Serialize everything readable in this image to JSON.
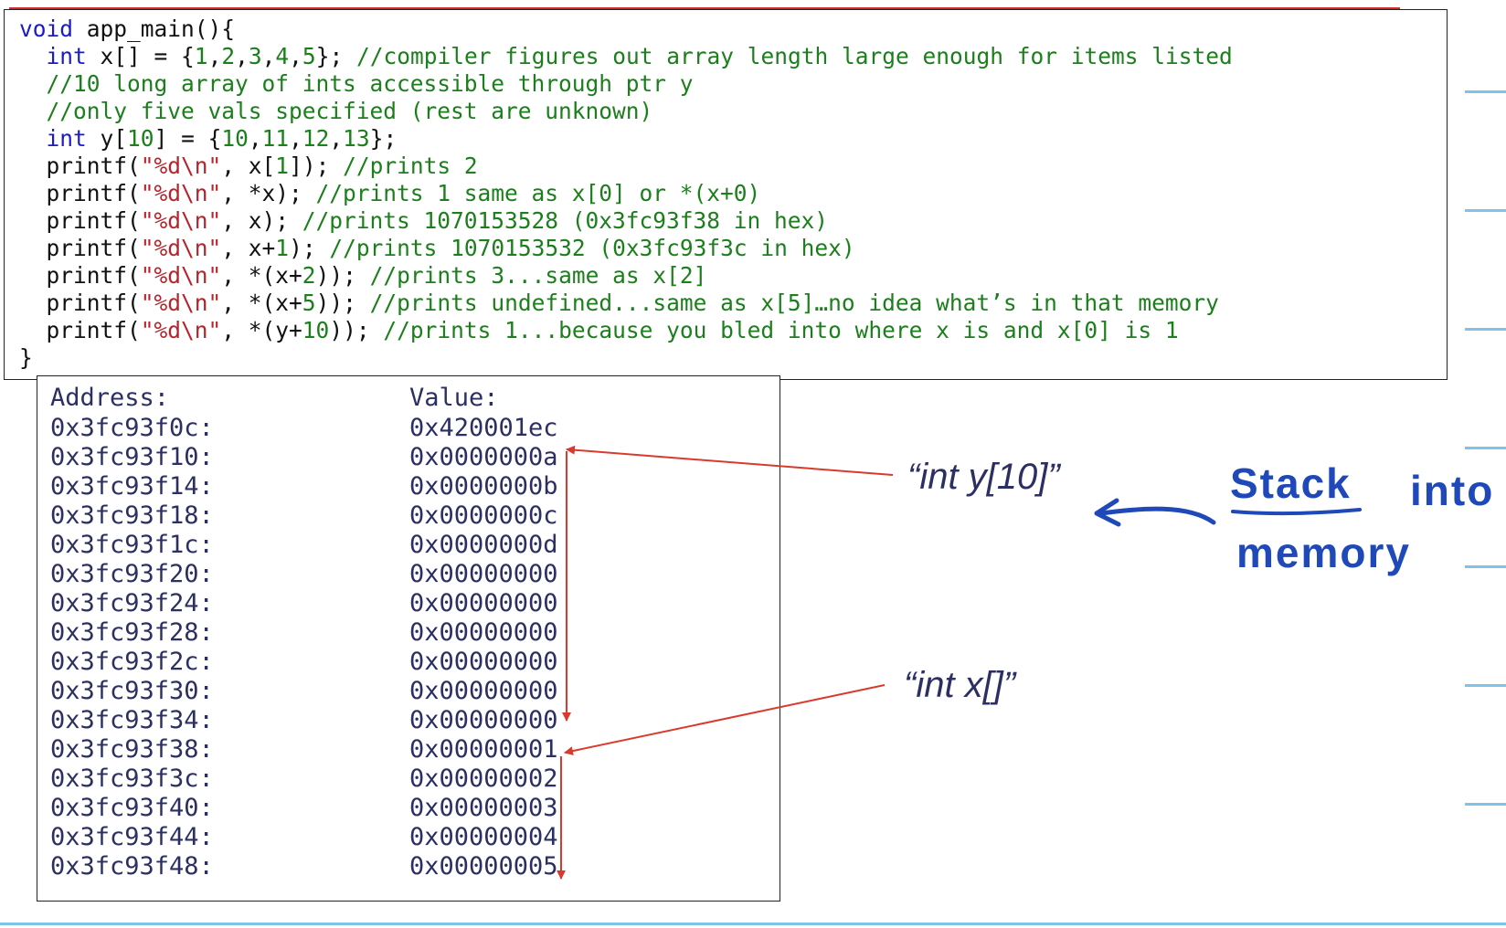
{
  "code": {
    "lines": [
      [
        {
          "t": "void",
          "c": "kw"
        },
        {
          "t": " app_main(){",
          "c": ""
        }
      ],
      [
        {
          "t": "  ",
          "c": ""
        },
        {
          "t": "int",
          "c": "kw"
        },
        {
          "t": " x[] = {",
          "c": ""
        },
        {
          "t": "1",
          "c": "num"
        },
        {
          "t": ",",
          "c": ""
        },
        {
          "t": "2",
          "c": "num"
        },
        {
          "t": ",",
          "c": ""
        },
        {
          "t": "3",
          "c": "num"
        },
        {
          "t": ",",
          "c": ""
        },
        {
          "t": "4",
          "c": "num"
        },
        {
          "t": ",",
          "c": ""
        },
        {
          "t": "5",
          "c": "num"
        },
        {
          "t": "}; ",
          "c": ""
        },
        {
          "t": "//compiler figures out array length large enough for items listed",
          "c": "cm"
        }
      ],
      [
        {
          "t": "  ",
          "c": ""
        },
        {
          "t": "//10 long array of ints accessible through ptr y",
          "c": "cm"
        }
      ],
      [
        {
          "t": "  ",
          "c": ""
        },
        {
          "t": "//only five vals specified (rest are unknown)",
          "c": "cm"
        }
      ],
      [
        {
          "t": "  ",
          "c": ""
        },
        {
          "t": "int",
          "c": "kw"
        },
        {
          "t": " y[",
          "c": ""
        },
        {
          "t": "10",
          "c": "num"
        },
        {
          "t": "] = {",
          "c": ""
        },
        {
          "t": "10",
          "c": "num"
        },
        {
          "t": ",",
          "c": ""
        },
        {
          "t": "11",
          "c": "num"
        },
        {
          "t": ",",
          "c": ""
        },
        {
          "t": "12",
          "c": "num"
        },
        {
          "t": ",",
          "c": ""
        },
        {
          "t": "13",
          "c": "num"
        },
        {
          "t": "};",
          "c": ""
        }
      ],
      [
        {
          "t": "  printf(",
          "c": ""
        },
        {
          "t": "\"%d\\n\"",
          "c": "str"
        },
        {
          "t": ", x[",
          "c": ""
        },
        {
          "t": "1",
          "c": "num"
        },
        {
          "t": "]); ",
          "c": ""
        },
        {
          "t": "//prints 2",
          "c": "cm"
        }
      ],
      [
        {
          "t": "  printf(",
          "c": ""
        },
        {
          "t": "\"%d\\n\"",
          "c": "str"
        },
        {
          "t": ", *x); ",
          "c": ""
        },
        {
          "t": "//prints 1 same as x[0] or *(x+0)",
          "c": "cm"
        }
      ],
      [
        {
          "t": "  printf(",
          "c": ""
        },
        {
          "t": "\"%d\\n\"",
          "c": "str"
        },
        {
          "t": ", x); ",
          "c": ""
        },
        {
          "t": "//prints 1070153528 (0x3fc93f38 in hex)",
          "c": "cm"
        }
      ],
      [
        {
          "t": "  printf(",
          "c": ""
        },
        {
          "t": "\"%d\\n\"",
          "c": "str"
        },
        {
          "t": ", x+",
          "c": ""
        },
        {
          "t": "1",
          "c": "num"
        },
        {
          "t": "); ",
          "c": ""
        },
        {
          "t": "//prints 1070153532 (0x3fc93f3c in hex)",
          "c": "cm"
        }
      ],
      [
        {
          "t": "  printf(",
          "c": ""
        },
        {
          "t": "\"%d\\n\"",
          "c": "str"
        },
        {
          "t": ", *(x+",
          "c": ""
        },
        {
          "t": "2",
          "c": "num"
        },
        {
          "t": ")); ",
          "c": ""
        },
        {
          "t": "//prints 3...same as x[2]",
          "c": "cm"
        }
      ],
      [
        {
          "t": "  printf(",
          "c": ""
        },
        {
          "t": "\"%d\\n\"",
          "c": "str"
        },
        {
          "t": ", *(x+",
          "c": ""
        },
        {
          "t": "5",
          "c": "num"
        },
        {
          "t": ")); ",
          "c": ""
        },
        {
          "t": "//prints undefined...same as x[5]…no idea what’s in that memory",
          "c": "cm"
        }
      ],
      [
        {
          "t": "  printf(",
          "c": ""
        },
        {
          "t": "\"%d\\n\"",
          "c": "str"
        },
        {
          "t": ", *(y+",
          "c": ""
        },
        {
          "t": "10",
          "c": "num"
        },
        {
          "t": ")); ",
          "c": ""
        },
        {
          "t": "//prints 1...because you bled into where x is and x[0] is 1",
          "c": "cm"
        }
      ],
      [
        {
          "t": "}",
          "c": ""
        }
      ]
    ]
  },
  "memory": {
    "header_address": "Address:",
    "header_value": "Value:",
    "rows": [
      {
        "address": "0x3fc93f0c:",
        "value": "0x420001ec"
      },
      {
        "address": "0x3fc93f10:",
        "value": "0x0000000a"
      },
      {
        "address": "0x3fc93f14:",
        "value": "0x0000000b"
      },
      {
        "address": "0x3fc93f18:",
        "value": "0x0000000c"
      },
      {
        "address": "0x3fc93f1c:",
        "value": "0x0000000d"
      },
      {
        "address": "0x3fc93f20:",
        "value": "0x00000000"
      },
      {
        "address": "0x3fc93f24:",
        "value": "0x00000000"
      },
      {
        "address": "0x3fc93f28:",
        "value": "0x00000000"
      },
      {
        "address": "0x3fc93f2c:",
        "value": "0x00000000"
      },
      {
        "address": "0x3fc93f30:",
        "value": "0x00000000"
      },
      {
        "address": "0x3fc93f34:",
        "value": "0x00000000"
      },
      {
        "address": "0x3fc93f38:",
        "value": "0x00000001"
      },
      {
        "address": "0x3fc93f3c:",
        "value": "0x00000002"
      },
      {
        "address": "0x3fc93f40:",
        "value": "0x00000003"
      },
      {
        "address": "0x3fc93f44:",
        "value": "0x00000004"
      },
      {
        "address": "0x3fc93f48:",
        "value": "0x00000005"
      }
    ]
  },
  "annotations": {
    "y_label": "“int y[10]”",
    "x_label": "“int x[]”",
    "hand_stack": "Stack",
    "hand_into": "into",
    "hand_memory": "memory"
  },
  "colors": {
    "arrow": "#d93a2e",
    "handwriting": "#1f49b8",
    "note_lines": "#7ec3ea"
  }
}
